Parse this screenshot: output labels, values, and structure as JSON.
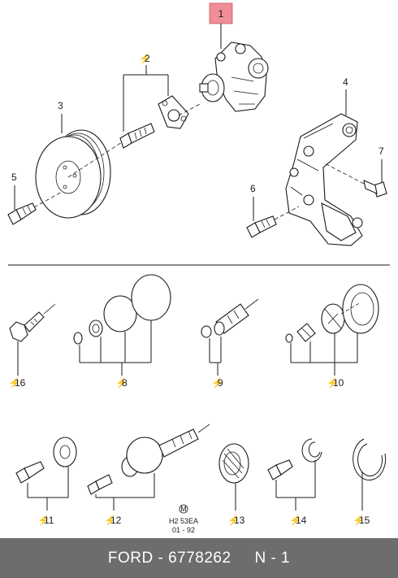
{
  "callouts": [
    {
      "num": "1",
      "flag": ""
    },
    {
      "num": "2",
      "flag": "⚡"
    },
    {
      "num": "3",
      "flag": ""
    },
    {
      "num": "4",
      "flag": ""
    },
    {
      "num": "5",
      "flag": ""
    },
    {
      "num": "6",
      "flag": ""
    },
    {
      "num": "7",
      "flag": ""
    },
    {
      "num": "8",
      "flag": "⚡"
    },
    {
      "num": "9",
      "flag": "⚡"
    },
    {
      "num": "10",
      "flag": "⚡"
    },
    {
      "num": "11",
      "flag": "⚡"
    },
    {
      "num": "12",
      "flag": "⚡"
    },
    {
      "num": "13",
      "flag": "⚡"
    },
    {
      "num": "14",
      "flag": "⚡"
    },
    {
      "num": "15",
      "flag": "⚡"
    },
    {
      "num": "16",
      "flag": "⚡"
    }
  ],
  "highlight": {
    "num": "1",
    "color": "#f08d96"
  },
  "drawing_code": {
    "mark": "M",
    "line1": "H2 53EA",
    "line2": "01 - 92"
  },
  "footer": {
    "text": "FORD - 6778262     N - 1"
  },
  "colors": {
    "flag": "#d8262c",
    "footer_bg": "#6d6d6d",
    "ink": "#1a1a1a"
  }
}
